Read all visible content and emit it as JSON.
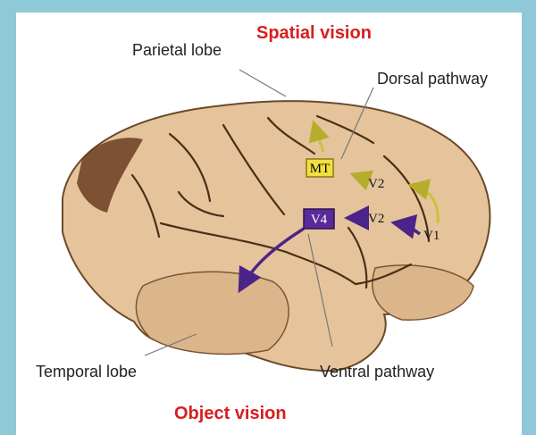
{
  "headings": {
    "spatial": "Spatial vision",
    "object": "Object vision"
  },
  "labels": {
    "parietal": "Parietal lobe",
    "dorsal": "Dorsal pathway",
    "temporal": "Temporal lobe",
    "ventral": "Ventral pathway"
  },
  "areas": {
    "mt": "MT",
    "v4": "V4",
    "v2_dorsal": "V2",
    "v2_ventral": "V2",
    "v1": "V1"
  },
  "colors": {
    "background": "#8fc8d6",
    "heading": "#d81e1e",
    "brain": "#e5c49b",
    "dorsal_stream": "#c9c23a",
    "ventral_stream": "#4b2489",
    "mt_box": "#f0e040",
    "v4_box": "#5a2a9a"
  }
}
